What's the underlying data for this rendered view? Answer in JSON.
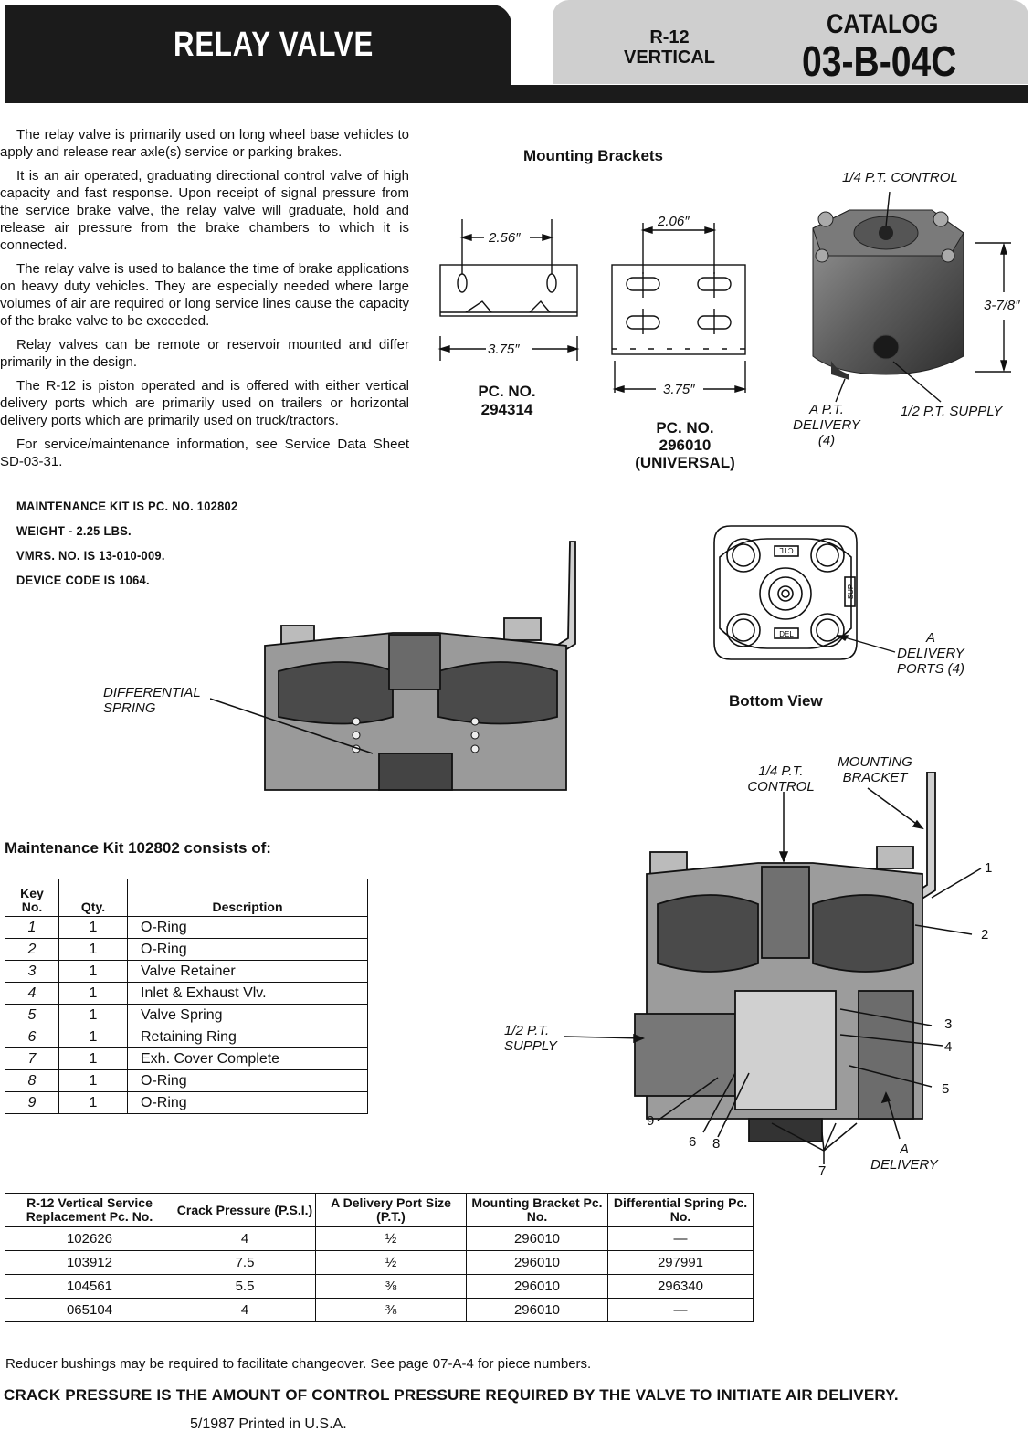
{
  "header": {
    "title": "RELAY VALVE",
    "model": "R-12",
    "orientation": "VERTICAL",
    "catalog_label": "CATALOG",
    "catalog_number": "03-B-04C"
  },
  "intro": {
    "paragraphs": [
      "The relay valve is primarily used on long wheel base vehicles to apply and release rear axle(s) service or parking brakes.",
      "It is an air operated, graduating directional control valve of high capacity and fast response. Upon receipt of signal pressure from the service brake valve, the relay valve will graduate, hold and release air pressure from the brake chambers to which it is connected.",
      "The relay valve is used to balance the time of brake applications on heavy duty vehicles. They are especially needed where large volumes of air are required or long service lines cause the capacity of the brake valve to be exceeded.",
      "Relay valves can be remote or reservoir mounted and differ primarily in the design.",
      "The R-12 is piston operated and is offered with either vertical delivery ports which are primarily used on trailers or horizontal delivery ports which are primarily used on truck/tractors.",
      "For service/maintenance information, see Service Data Sheet SD-03-31."
    ],
    "specs": [
      "MAINTENANCE KIT IS PC. NO. 102802",
      "WEIGHT - 2.25 LBS.",
      "VMRS. NO. IS 13-010-009.",
      "DEVICE CODE IS 1064."
    ]
  },
  "brackets": {
    "heading": "Mounting Brackets",
    "a": {
      "width_top": "2.56″",
      "width_bottom": "3.75″",
      "pc_label": "PC. NO.",
      "pc_number": "294314"
    },
    "b": {
      "width_top": "2.06″",
      "width_bottom": "3.75″",
      "pc_label": "PC. NO.",
      "pc_number": "296010",
      "note": "(UNIVERSAL)"
    }
  },
  "photo": {
    "control": "1/4 P.T. CONTROL",
    "height": "3-7/8″",
    "delivery": [
      "A P.T.",
      "DELIVERY",
      "(4)"
    ],
    "supply": "1/2 P.T. SUPPLY"
  },
  "bottom_view": {
    "title": "Bottom View",
    "callout": [
      "A",
      "DELIVERY",
      "PORTS (4)"
    ],
    "stamps": {
      "ctl": "CTL",
      "sup": "SUP",
      "del": "DEL"
    }
  },
  "partial_section": {
    "callout": [
      "DIFFERENTIAL",
      "SPRING"
    ]
  },
  "section": {
    "control": [
      "1/4 P.T.",
      "CONTROL"
    ],
    "bracket": [
      "MOUNTING",
      "BRACKET"
    ],
    "supply": [
      "1/2 P.T.",
      "SUPPLY"
    ],
    "delivery": [
      "A",
      "DELIVERY"
    ],
    "numbers": [
      "1",
      "2",
      "3",
      "4",
      "5",
      "6",
      "7",
      "8",
      "9"
    ]
  },
  "kit": {
    "heading": "Maintenance Kit 102802 consists of:",
    "columns": [
      "Key No.",
      "Qty.",
      "Description"
    ],
    "rows": [
      [
        "1",
        "1",
        "O-Ring"
      ],
      [
        "2",
        "1",
        "O-Ring"
      ],
      [
        "3",
        "1",
        "Valve Retainer"
      ],
      [
        "4",
        "1",
        "Inlet & Exhaust Vlv."
      ],
      [
        "5",
        "1",
        "Valve Spring"
      ],
      [
        "6",
        "1",
        "Retaining Ring"
      ],
      [
        "7",
        "1",
        "Exh. Cover Complete"
      ],
      [
        "8",
        "1",
        "O-Ring"
      ],
      [
        "9",
        "1",
        "O-Ring"
      ]
    ]
  },
  "replacement": {
    "columns": [
      "R-12 Vertical Service Replacement Pc. No.",
      "Crack Pressure (P.S.I.)",
      "A Delivery Port Size (P.T.)",
      "Mounting Bracket Pc. No.",
      "Differential Spring Pc. No."
    ],
    "rows": [
      [
        "102626",
        "4",
        "½",
        "296010",
        "—"
      ],
      [
        "103912",
        "7.5",
        "½",
        "296010",
        "297991"
      ],
      [
        "104561",
        "5.5",
        "⅜",
        "296010",
        "296340"
      ],
      [
        "065104",
        "4",
        "⅜",
        "296010",
        "—"
      ]
    ],
    "note": "Reducer bushings may be required to facilitate changeover. See page 07-A-4 for piece numbers."
  },
  "footer": {
    "definition": "CRACK PRESSURE IS THE AMOUNT OF CONTROL PRESSURE REQUIRED BY THE VALVE TO INITIATE AIR DELIVERY.",
    "printed": "5/1987 Printed in U.S.A."
  }
}
